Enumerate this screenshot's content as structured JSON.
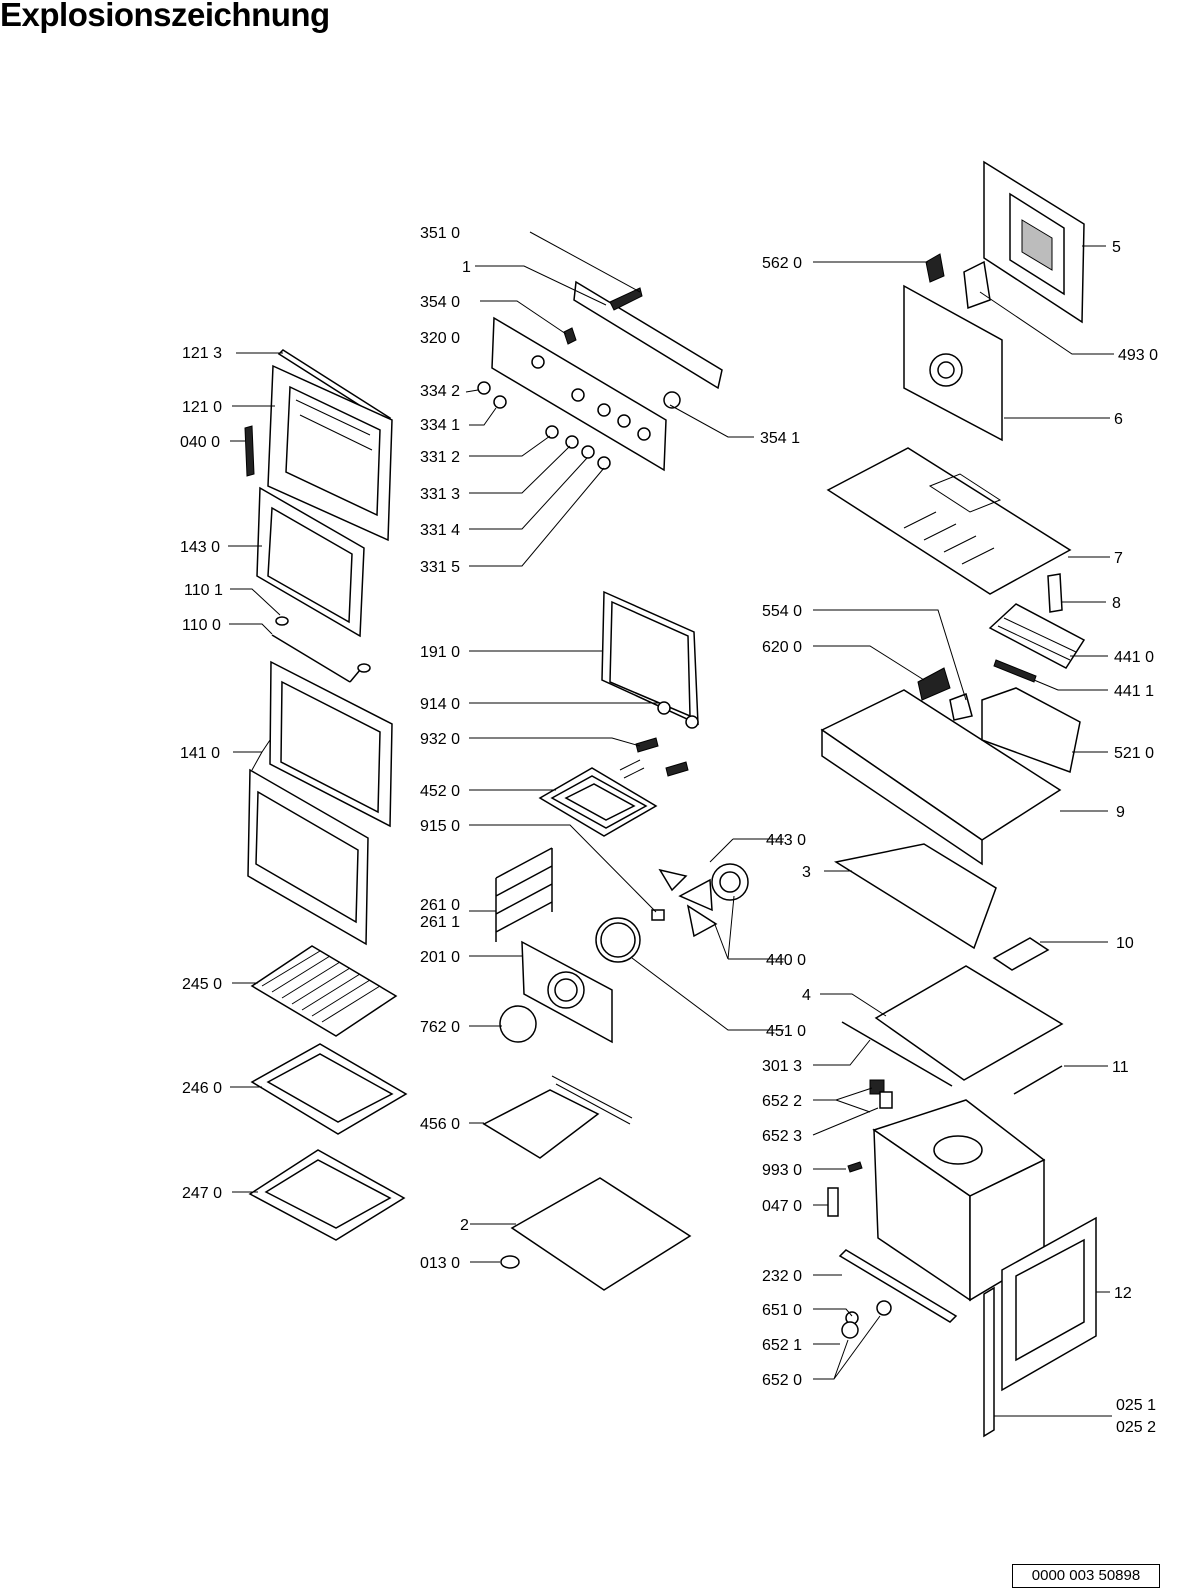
{
  "title": "Explosionszeichnung",
  "document_number": "0000 003 50898",
  "callouts": [
    {
      "label": "351 0"
    },
    {
      "label": "1"
    },
    {
      "label": "354 0"
    },
    {
      "label": "320 0"
    },
    {
      "label": "121 3"
    },
    {
      "label": "121 0"
    },
    {
      "label": "040 0"
    },
    {
      "label": "334 2"
    },
    {
      "label": "334 1"
    },
    {
      "label": "331 2"
    },
    {
      "label": "331 3"
    },
    {
      "label": "331 4"
    },
    {
      "label": "331 5"
    },
    {
      "label": "354 1"
    },
    {
      "label": "143 0"
    },
    {
      "label": "110 1"
    },
    {
      "label": "110 0"
    },
    {
      "label": "562 0"
    },
    {
      "label": "5"
    },
    {
      "label": "493 0"
    },
    {
      "label": "6"
    },
    {
      "label": "7"
    },
    {
      "label": "8"
    },
    {
      "label": "554 0"
    },
    {
      "label": "620 0"
    },
    {
      "label": "441 0"
    },
    {
      "label": "441 1"
    },
    {
      "label": "521 0"
    },
    {
      "label": "9"
    },
    {
      "label": "191 0"
    },
    {
      "label": "914 0"
    },
    {
      "label": "932 0"
    },
    {
      "label": "452 0"
    },
    {
      "label": "915 0"
    },
    {
      "label": "141 0"
    },
    {
      "label": "443 0"
    },
    {
      "label": "3"
    },
    {
      "label": "261 0"
    },
    {
      "label": "261 1"
    },
    {
      "label": "201 0"
    },
    {
      "label": "440 0"
    },
    {
      "label": "10"
    },
    {
      "label": "245 0"
    },
    {
      "label": "4"
    },
    {
      "label": "762 0"
    },
    {
      "label": "451 0"
    },
    {
      "label": "301 3"
    },
    {
      "label": "11"
    },
    {
      "label": "246 0"
    },
    {
      "label": "652 2"
    },
    {
      "label": "456 0"
    },
    {
      "label": "652 3"
    },
    {
      "label": "993 0"
    },
    {
      "label": "247 0"
    },
    {
      "label": "047 0"
    },
    {
      "label": "2"
    },
    {
      "label": "013 0"
    },
    {
      "label": "232 0"
    },
    {
      "label": "12"
    },
    {
      "label": "651 0"
    },
    {
      "label": "652 1"
    },
    {
      "label": "652 0"
    },
    {
      "label": "025 1"
    },
    {
      "label": "025 2"
    }
  ]
}
